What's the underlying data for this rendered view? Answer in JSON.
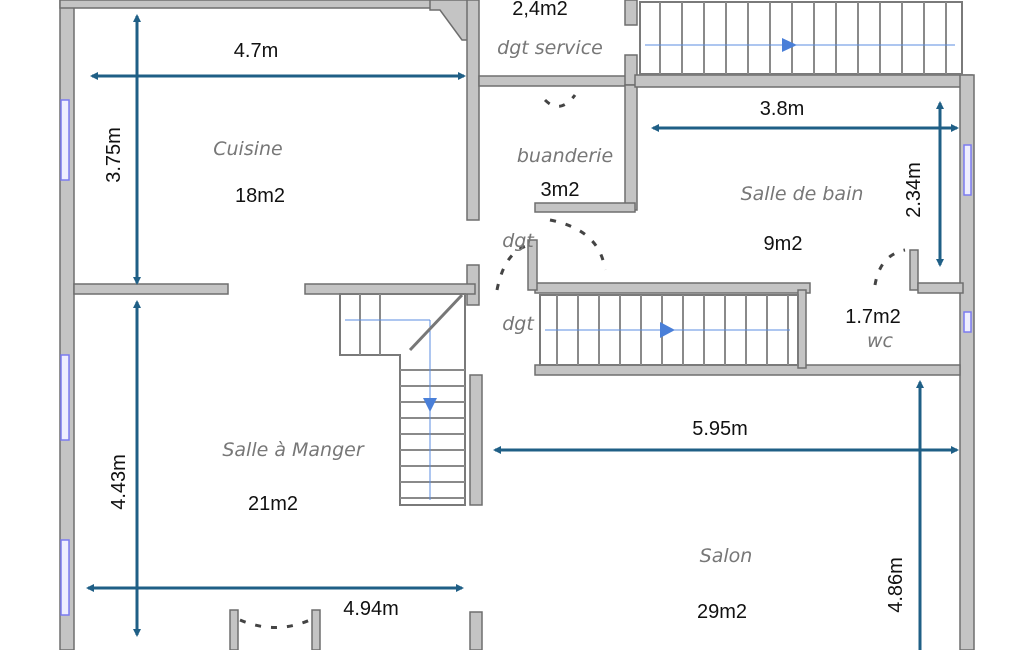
{
  "rooms": {
    "cuisine": {
      "name": "Cuisine",
      "area": "18m2"
    },
    "dgt_service": {
      "name": "dgt service",
      "area": "2,4m2"
    },
    "buanderie": {
      "name": "buanderie",
      "area": "3m2"
    },
    "salle_de_bain": {
      "name": "Salle de bain",
      "area": "9m2"
    },
    "dgt1": {
      "name": "dgt"
    },
    "dgt2": {
      "name": "dgt"
    },
    "wc": {
      "name": "wc",
      "area": "1.7m2"
    },
    "salle_a_manger": {
      "name": "Salle à Manger",
      "area": "21m2"
    },
    "salon": {
      "name": "Salon",
      "area": "29m2"
    }
  },
  "dimensions": {
    "cuisine_width": "4.7m",
    "cuisine_height": "3.75m",
    "sdb_width": "3.8m",
    "sdb_height": "2.34m",
    "salon_width": "5.95m",
    "salon_height": "4.86m",
    "sam_width": "4.94m",
    "sam_height": "4.43m"
  },
  "colors": {
    "dimension": "#1f5f86",
    "wall": "#c4c4c4"
  }
}
